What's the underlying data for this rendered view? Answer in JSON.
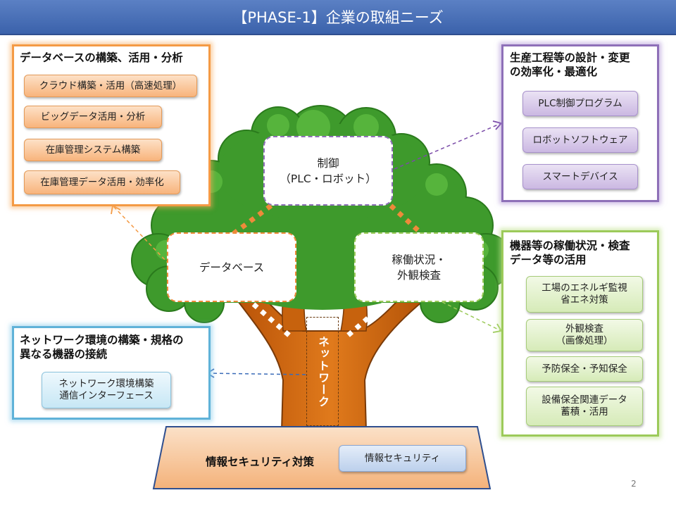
{
  "header": {
    "title": "【PHASE-1】企業の取組ニーズ"
  },
  "database_group": {
    "title": "データベースの構築、活用・分析",
    "items": [
      "クラウド構築・活用（高速処理）",
      "ビッグデータ活用・分析",
      "在庫管理システム構築",
      "在庫管理データ活用・効率化"
    ]
  },
  "production_group": {
    "title_line1": "生産工程等の設計・変更",
    "title_line2": "の効率化・最適化",
    "items": [
      "PLC制御プログラム",
      "ロボットソフトウェア",
      "スマートデバイス"
    ]
  },
  "equipment_group": {
    "title_line1": "機器等の稼働状況・検査",
    "title_line2": "データ等の活用",
    "items": [
      {
        "line1": "工場のエネルギ監視",
        "line2": "省エネ対策"
      },
      {
        "line1": "外観検査",
        "line2": "（画像処理）"
      },
      {
        "line1": "予防保全・予知保全",
        "line2": ""
      },
      {
        "line1": "設備保全関連データ",
        "line2": "蓄積・活用"
      }
    ]
  },
  "network_group": {
    "title_line1": "ネットワーク環境の構築・規格の",
    "title_line2": "異なる機器の接続",
    "item_line1": "ネットワーク環境構築",
    "item_line2": "通信インターフェース"
  },
  "tree": {
    "control_line1": "制御",
    "control_line2": "（PLC・ロボット）",
    "database": "データベース",
    "status_line1": "稼働状況・",
    "status_line2": "外観検査",
    "network": "ネットワーク"
  },
  "security": {
    "label": "情報セキュリティ対策",
    "item": "情報セキュリティ"
  },
  "page_number": "2",
  "colors": {
    "orange": "#f49a45",
    "purple": "#8e70b8",
    "green": "#9cca5a",
    "blue": "#5fb2d8",
    "tree_green": "#3e9a2c",
    "trunk": "#c45f0a"
  }
}
